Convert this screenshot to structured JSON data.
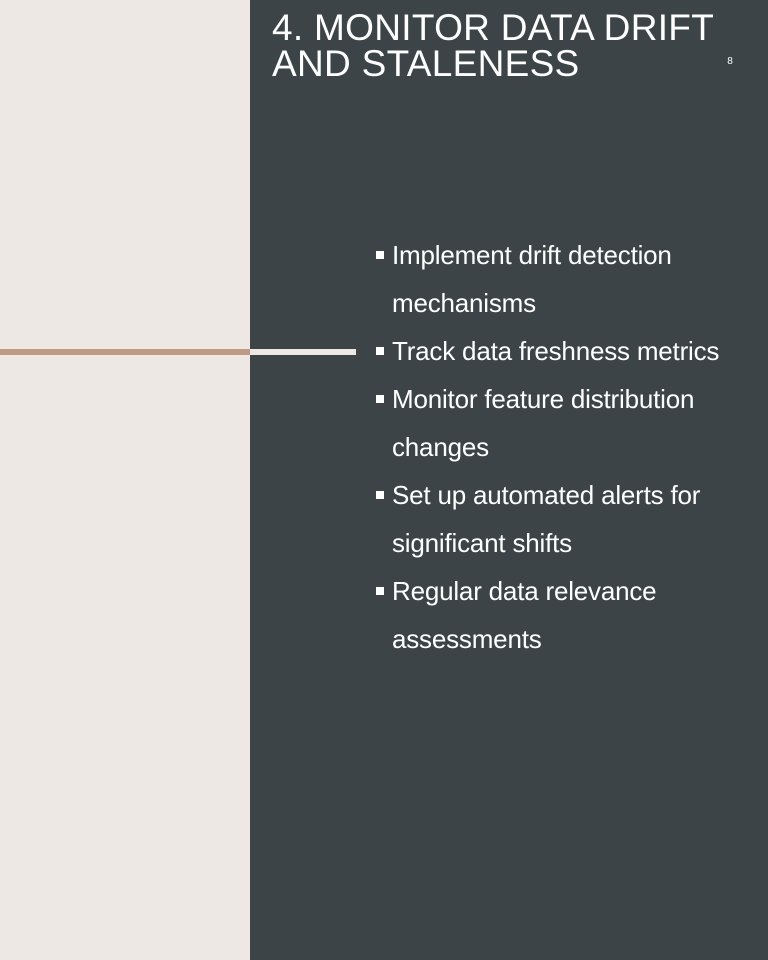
{
  "slide": {
    "title": "4. MONITOR DATA DRIFT AND STALENESS",
    "number": "8",
    "bullets": [
      "Implement drift detection mechanisms",
      "Track data freshness metrics",
      "Monitor feature distribution changes",
      "Set up automated alerts for significant shifts",
      "Regular data relevance assessments"
    ]
  },
  "colors": {
    "left_panel": "#EEE8E5",
    "right_panel": "#3C4447",
    "accent_line": "#BF9A85",
    "text": "#FFFFFF"
  },
  "icons": {
    "bullet": "square-bullet-icon"
  }
}
